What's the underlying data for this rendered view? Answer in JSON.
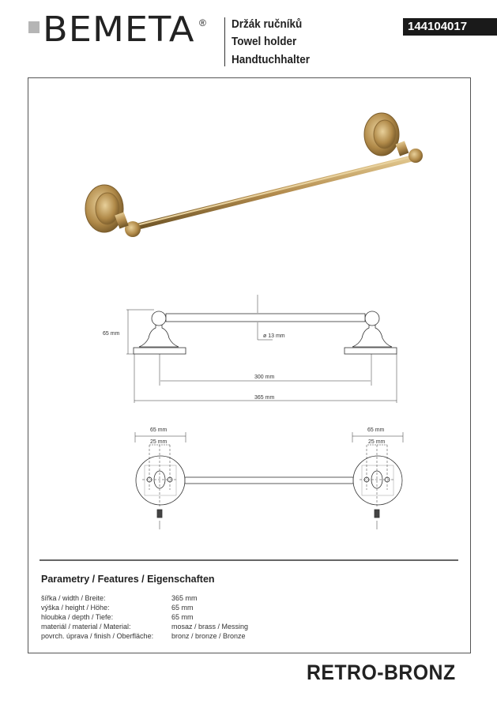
{
  "brand": {
    "logo_text": "BEMETA",
    "registered": "®"
  },
  "header": {
    "title_cz": "Držák ručníků",
    "title_en": "Towel holder",
    "title_de": "Handtuchhalter",
    "product_code": "144104017"
  },
  "drawing": {
    "height_dim": "65 mm",
    "diameter_dim": "ø 13 mm",
    "hole_spacing_dim": "300 mm",
    "total_width_dim": "365 mm",
    "left_rose_dim": "65 mm",
    "left_hole_dim": "25 mm",
    "right_rose_dim": "65 mm",
    "right_hole_dim": "25 mm"
  },
  "features": {
    "title": "Parametry / Features / Eigenschaften",
    "rows": [
      {
        "label": "šířka / width / Breite:",
        "value": "365 mm"
      },
      {
        "label": "výška / height / Höhe:",
        "value": "65 mm"
      },
      {
        "label": "hloubka / depth / Tiefe:",
        "value": "65 mm"
      },
      {
        "label": "materiál / material / Material:",
        "value": "mosaz / brass / Messing"
      },
      {
        "label": "povrch. úprava / finish / Oberfläche:",
        "value": "bronz / bronze / Bronze"
      }
    ]
  },
  "series": "RETRO-BRONZ",
  "colors": {
    "bronze": "#b8955a",
    "code_bg": "#1a1a1a"
  }
}
